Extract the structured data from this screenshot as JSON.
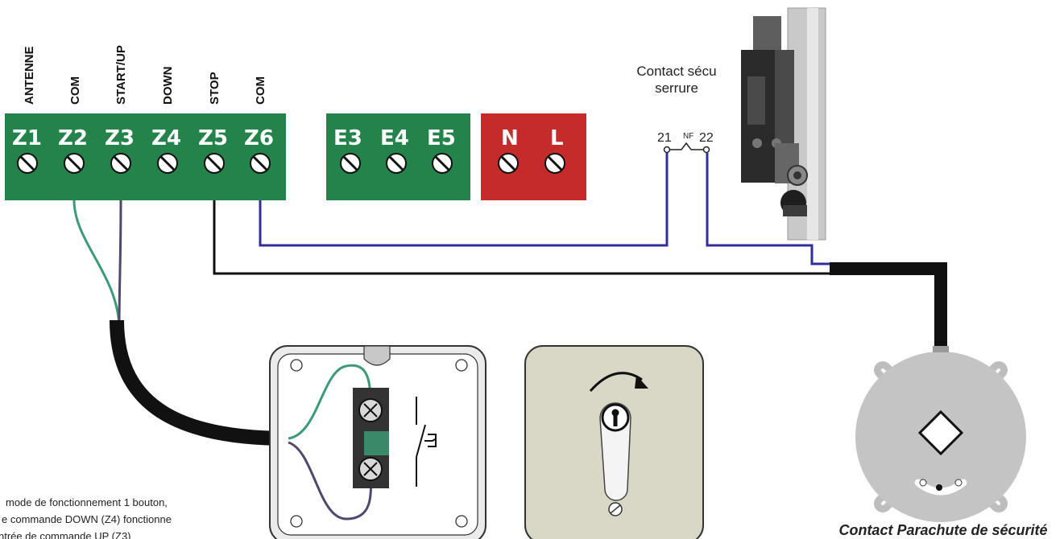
{
  "terminal_block_z": {
    "function_labels": [
      "ANTENNE",
      "COM",
      "START/UP",
      "DOWN",
      "STOP",
      "COM"
    ],
    "terminals": [
      "Z1",
      "Z2",
      "Z3",
      "Z4",
      "Z5",
      "Z6"
    ],
    "color": "#24834a"
  },
  "terminal_block_e": {
    "terminals": [
      "E3",
      "E4",
      "E5"
    ],
    "color": "#24834a"
  },
  "terminal_block_power": {
    "terminals": [
      "N",
      "L"
    ],
    "color": "#c62b2b"
  },
  "lock_contact": {
    "label_line1": "Contact sécu",
    "label_line2": "serrure",
    "pin_left": "21",
    "pin_type": "NF",
    "pin_right": "22"
  },
  "note": {
    "line1": "mode de fonctionnement 1 bouton,",
    "line2": "e commande DOWN (Z4) fonctionne",
    "line3": "ntrée de commande UP (Z3)"
  },
  "safety_contact": {
    "label": "Contact Parachute de sécurité"
  },
  "wire_colors": {
    "green": "#3a9a7a",
    "purple": "#4d4870",
    "blue": "#2f2f9c",
    "black": "#111111"
  }
}
